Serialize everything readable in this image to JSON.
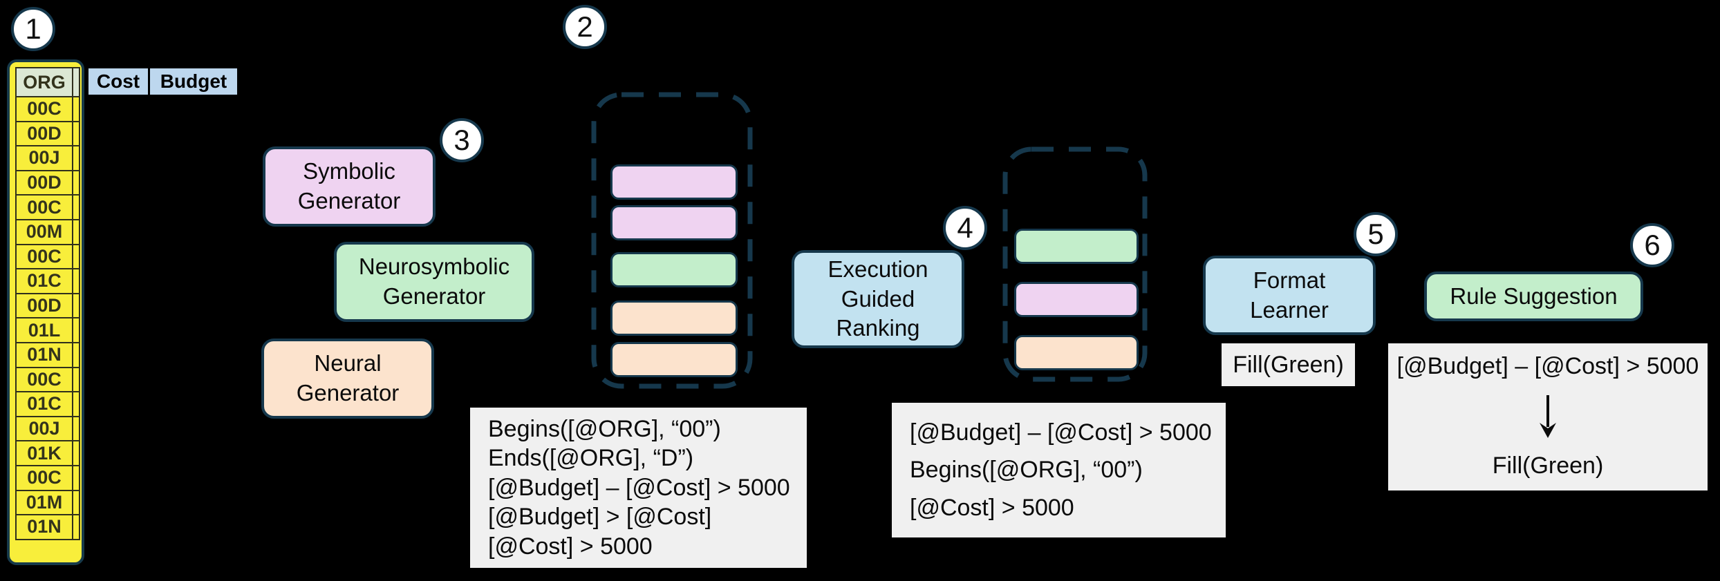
{
  "steps": {
    "s1": "1",
    "s2": "2",
    "s3": "3",
    "s4": "4",
    "s5": "5",
    "s6": "6"
  },
  "table": {
    "org_header": "ORG",
    "cost_header": "Cost",
    "budget_header": "Budget",
    "org_values": [
      "00C",
      "00D",
      "00J",
      "00D",
      "00C",
      "00M",
      "00C",
      "01C",
      "00D",
      "01L",
      "01N",
      "00C",
      "01C",
      "00J",
      "01K",
      "00C",
      "01M",
      "01N"
    ]
  },
  "generators": {
    "symbolic": {
      "label": "Symbolic\nGenerator",
      "color": "pink"
    },
    "neurosymbolic": {
      "label": "Neurosymbolic\nGenerator",
      "color": "green"
    },
    "neural": {
      "label": "Neural\nGenerator",
      "color": "orange"
    }
  },
  "candidate_pool": {
    "bars": [
      "pink",
      "pink",
      "green",
      "orange",
      "orange"
    ]
  },
  "generated_rules": {
    "lines": [
      "Begins([@ORG], “00”)",
      "Ends([@ORG], “D”)",
      "[@Budget] – [@Cost] > 5000",
      "[@Budget] > [@Cost]",
      "[@Cost] > 5000"
    ]
  },
  "ranking": {
    "label": "Execution\nGuided\nRanking",
    "color": "blue"
  },
  "ranked_pool": {
    "bars": [
      "green",
      "pink",
      "orange"
    ]
  },
  "ranked_rules": {
    "lines": [
      "[@Budget] – [@Cost] > 5000",
      "Begins([@ORG], “00”)",
      "[@Cost] > 5000"
    ]
  },
  "format_learner": {
    "label": "Format\nLearner",
    "color": "blue",
    "output": "Fill(Green)"
  },
  "rule_suggestion": {
    "label": "Rule Suggestion",
    "color": "green",
    "condition": "[@Budget] – [@Cost] > 5000",
    "action": "Fill(Green)"
  },
  "colors": {
    "pink": "#efd3f1",
    "green": "#c3eecb",
    "orange": "#fce3cd",
    "blue": "#c2e2f0",
    "panel_gray": "#f0f0f0",
    "highlight_yellow": "#f8ee3b",
    "org_header_bg": "#dce8d4",
    "cost_budget_header_bg": "#bdd7ee",
    "outline_dark": "#16384c",
    "background": "#000000"
  }
}
